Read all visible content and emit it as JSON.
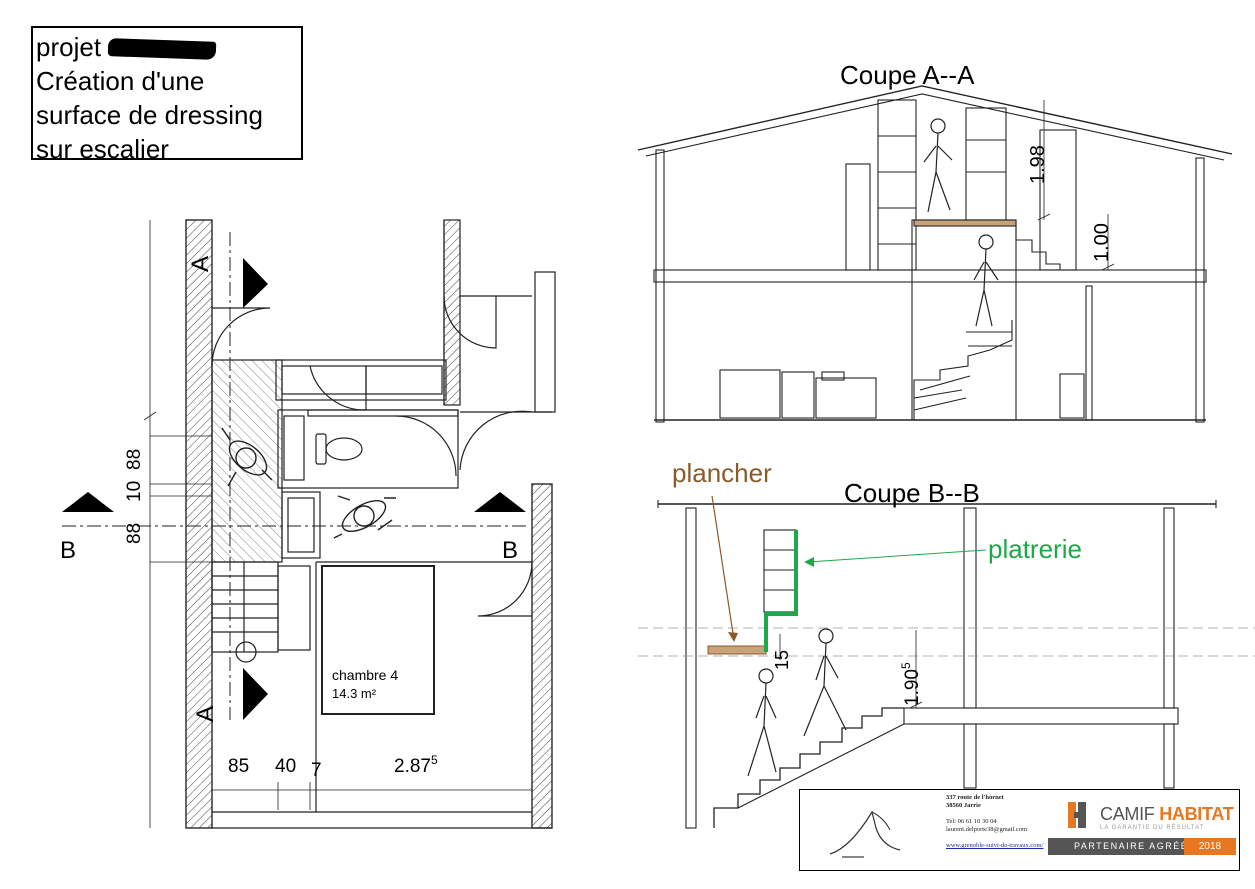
{
  "title_lines": [
    "projet ",
    "Création d'une",
    "surface de dressing",
    "sur escalier"
  ],
  "title_redacted_suffix": "Dulauze",
  "plan": {
    "section_marker_a": "A",
    "section_marker_b": "B",
    "room_name": "chambre 4",
    "room_area": "14.3 m²",
    "dim_left": [
      "88",
      "10",
      "88"
    ],
    "dim_bottom_85": "85",
    "dim_bottom_40": "40",
    "dim_bottom_7": "7",
    "dim_bottom_287": "2.87",
    "dim_bottom_287_sup": "5"
  },
  "coupe_aa": {
    "title": "Coupe A--A",
    "dim_198": "1.98",
    "dim_100": "1.00"
  },
  "coupe_bb": {
    "title": "Coupe B--B",
    "label_plancher": "plancher",
    "label_platrerie": "platrerie",
    "dim_15": "15",
    "dim_190": "1.90",
    "dim_190_sup": "5"
  },
  "cartouche": {
    "address_line1": "337 route de l'hornet",
    "address_line2": "38560 Jarrie",
    "phone": "Tel: 06 61 10 30 04",
    "email": "laurent.delporte38@gmail.com",
    "website": "www.grenoble-suivi-de-travaux.com/",
    "brand_main": "CAMIF",
    "brand_accent": "HABITAT",
    "brand_tagline": "LA GARANTIE DU RÉSULTAT",
    "partner_label": "PARTENAIRE AGRÉÉ",
    "partner_year": "2018"
  },
  "colors": {
    "plancher": "#8b5a2b",
    "platrerie": "#1fa84a",
    "camif_orange": "#e87722",
    "camif_grey": "#555555"
  }
}
